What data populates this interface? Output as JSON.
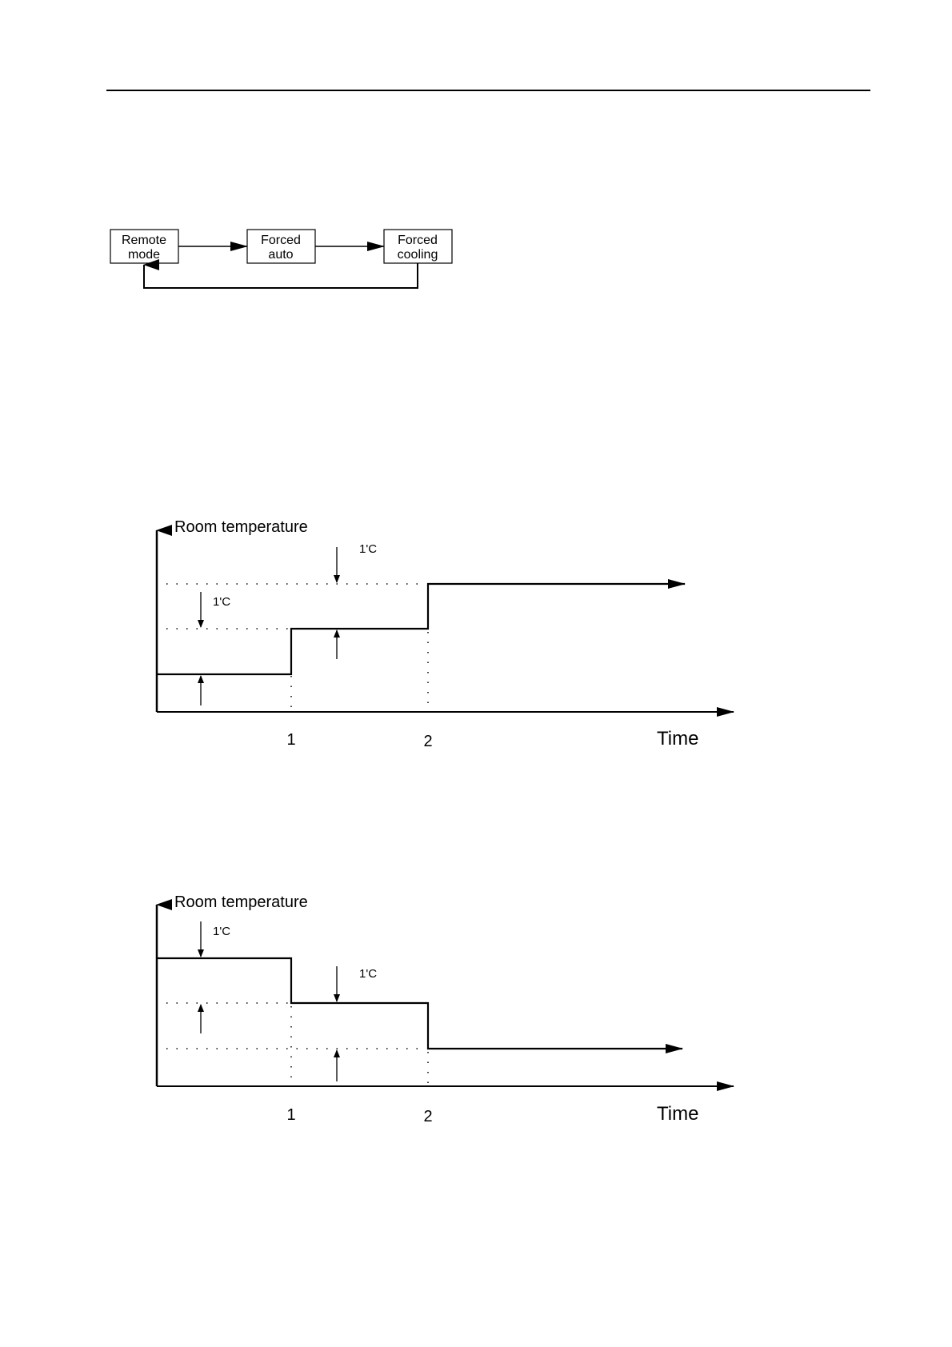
{
  "mode_cycle": {
    "boxes": [
      {
        "line1": "Remote",
        "line2": "mode"
      },
      {
        "line1": "Forced",
        "line2": "auto"
      },
      {
        "line1": "Forced",
        "line2": "cooling"
      }
    ]
  },
  "graphs": [
    {
      "y_axis_label": "Room temperature",
      "x_axis_label": "Time",
      "ticks": [
        "1",
        "2"
      ],
      "delta_labels": [
        "1'C",
        "1'C"
      ],
      "direction": "rising"
    },
    {
      "y_axis_label": "Room temperature",
      "x_axis_label": "Time",
      "ticks": [
        "1",
        "2"
      ],
      "delta_labels": [
        "1'C",
        "1'C"
      ],
      "direction": "falling"
    }
  ]
}
